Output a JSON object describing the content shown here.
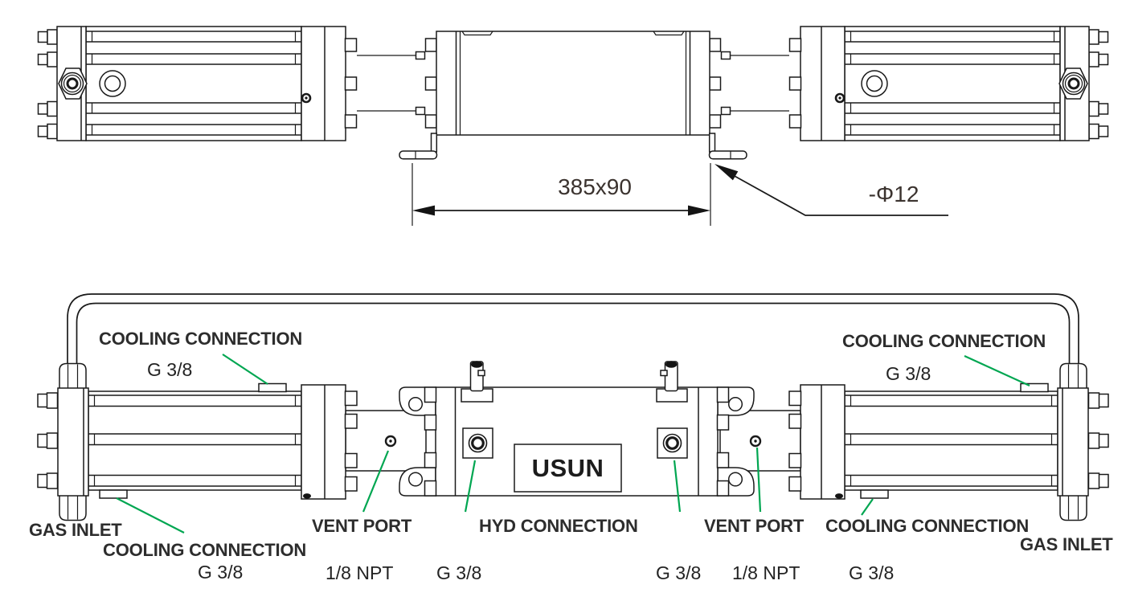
{
  "colors": {
    "leader_green": "#00A651",
    "line_ink": "#1a1a1a",
    "dimension_text": "#3b332f"
  },
  "top_view": {
    "dimension_label": "385x90",
    "mount_hole_label": "-Φ12"
  },
  "bottom_view": {
    "brand": "USUN",
    "left": {
      "cooling_top_label": "COOLING CONNECTION",
      "cooling_top_size": "G 3/8",
      "gas_inlet": "GAS INLET",
      "cooling_bottom_label": "COOLING CONNECTION",
      "cooling_bottom_size": "G 3/8",
      "vent_label": "VENT PORT",
      "vent_size": "1/8 NPT"
    },
    "center": {
      "hyd_label": "HYD CONNECTION",
      "hyd_left_size": "G 3/8",
      "hyd_right_size": "G 3/8"
    },
    "right": {
      "vent_label": "VENT PORT",
      "vent_size": "1/8 NPT",
      "cooling_top_label": "COOLING CONNECTION",
      "cooling_top_size": "G 3/8",
      "cooling_bottom_label": "COOLING CONNECTION",
      "cooling_bottom_size": "G 3/8",
      "gas_inlet": "GAS INLET"
    }
  }
}
